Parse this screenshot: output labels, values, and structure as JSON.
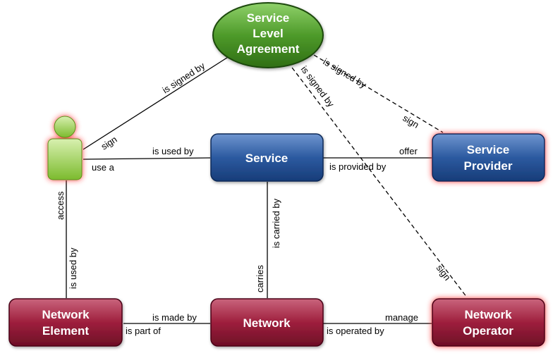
{
  "colors": {
    "green_node": "#4e9a2a",
    "blue_node": "#2c5aa0",
    "red_node": "#9e1f3d",
    "user_icon": "#8cc63f",
    "glow": "#ff2a2a",
    "line": "#000000"
  },
  "nodes": {
    "sla": {
      "line1": "Service",
      "line2": "Level",
      "line3": "Agreement"
    },
    "user": {
      "icon": "user-icon"
    },
    "service": {
      "label": "Service"
    },
    "service_provider": {
      "line1": "Service",
      "line2": "Provider"
    },
    "network_element": {
      "line1": "Network",
      "line2": "Element"
    },
    "network": {
      "label": "Network"
    },
    "network_operator": {
      "line1": "Network",
      "line2": "Operator"
    }
  },
  "edges": {
    "user_sla": {
      "end_a": "sign",
      "end_b": "is signed by"
    },
    "user_service": {
      "end_a": "use a",
      "end_b": "is used by"
    },
    "user_element": {
      "end_a": "access",
      "end_b": "is  used by"
    },
    "sla_provider": {
      "end_a": "is signed by",
      "end_b": "sign"
    },
    "sla_operator": {
      "end_a": "is signed by",
      "end_b": "sign"
    },
    "service_provider": {
      "end_a": "is provided by",
      "end_b": "offer"
    },
    "service_network": {
      "end_a": "is carried by",
      "end_b": "carries"
    },
    "element_network": {
      "end_a": "is part of",
      "end_b": "is made by"
    },
    "network_operator": {
      "end_a": "is operated by",
      "end_b": "manage"
    }
  }
}
